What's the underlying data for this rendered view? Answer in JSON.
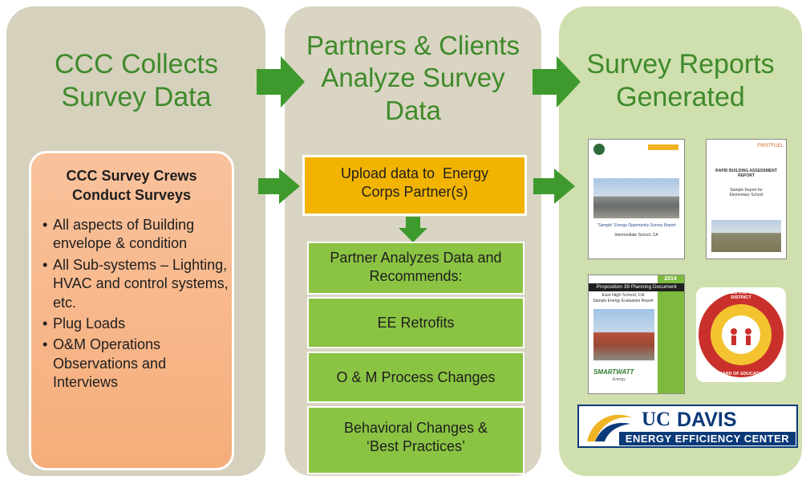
{
  "columns": {
    "collect": {
      "heading_line1": "CCC Collects",
      "heading_line2": "Survey Data"
    },
    "analyze": {
      "heading_line1": "Partners & Clients",
      "heading_line2": "Analyze Survey",
      "heading_line3": "Data"
    },
    "reports": {
      "heading_line1": "Survey Reports",
      "heading_line2": "Generated"
    }
  },
  "crew_box": {
    "title_line1": "CCC Survey Crews",
    "title_line2": "Conduct Surveys",
    "bullet_glyph": "•",
    "bullets": [
      "All aspects of Building envelope & condition",
      "All Sub-systems – Lighting, HVAC and control systems, etc.",
      "Plug Loads",
      "O&M Operations Observations and Interviews"
    ]
  },
  "flow": {
    "upload_line1": "Upload data to  Energy",
    "upload_line2": "Corps Partner(s)",
    "analyze_line1": "Partner Analyzes Data and",
    "analyze_line2": "Recommends:",
    "ee": "EE Retrofits",
    "om": "O & M Process Changes",
    "behavioral_line1": "Behavioral Changes &",
    "behavioral_line2": "‘Best Practices’"
  },
  "reports": {
    "r1_title": "“Sample” Energy Opportunity Survey Report",
    "r1_school": "Intermediate School, CA",
    "r2_brand": "FIRSTFUEL",
    "r2_title": "RAPID BUILDING ASSESSMENT REPORT",
    "r2_sub": "Sample Report for Elementary School",
    "r3_year": "2014",
    "r3_title": "Proposition 39 Planning Document",
    "r3_school": "East High School, CA",
    "r3_sub": "Sample Energy Evaluation Report",
    "r3_brand": "SMARTWATT",
    "r3_brand_sub": "Energy"
  },
  "logos": {
    "lausd": "LOS ANGELES UNIFIED SCHOOL DISTRICT",
    "board": "BOARD OF EDUCATION",
    "ucd_uc": "UC",
    "ucd_davis": "DAVIS",
    "ucd_sub": "ENERGY EFFICIENCY CENTER"
  },
  "colors": {
    "heading_green": "#3f8a2b",
    "arrow_green": "#3f9a2e",
    "upload_amber": "#f2b400",
    "box_green": "#8bc443",
    "crew_orange": "#f6ad7a"
  }
}
